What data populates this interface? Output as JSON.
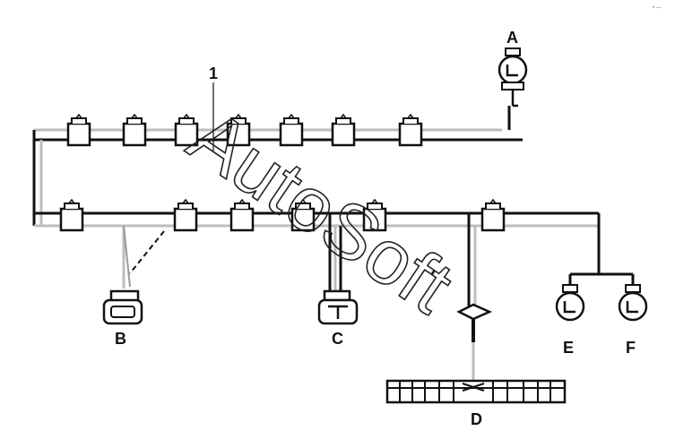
{
  "diagram": {
    "callout": "1",
    "connectors": [
      {
        "id": "A",
        "label": "A"
      },
      {
        "id": "B",
        "label": "B"
      },
      {
        "id": "C",
        "label": "C"
      },
      {
        "id": "D",
        "label": "D"
      },
      {
        "id": "E",
        "label": "E"
      },
      {
        "id": "F",
        "label": "F"
      }
    ],
    "watermark": "AutoSoft",
    "corner_mark": "• —"
  },
  "colors": {
    "wire_dark": "#111111",
    "wire_light": "#bdbdbd",
    "background": "#ffffff"
  }
}
